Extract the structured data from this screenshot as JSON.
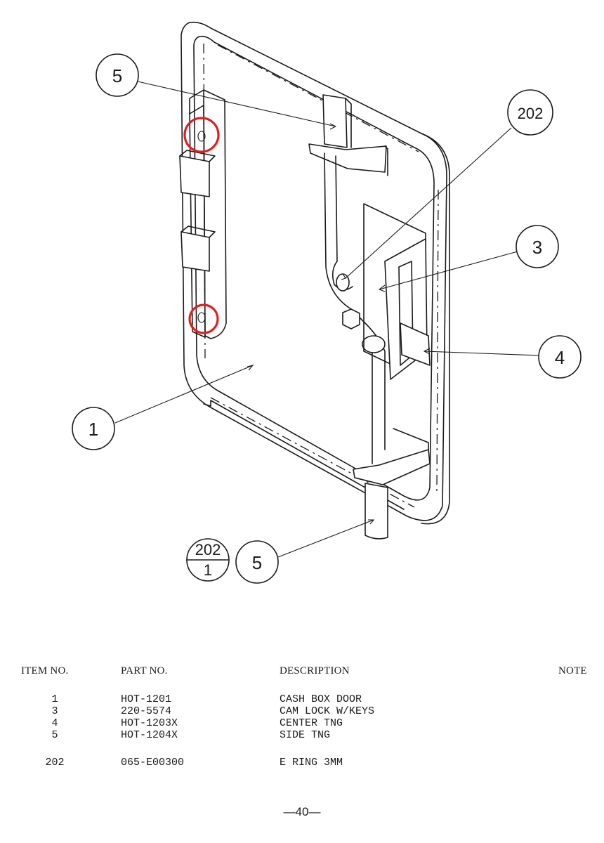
{
  "callouts": {
    "item_5_top": "5",
    "item_202_right": "202",
    "item_3": "3",
    "item_4": "4",
    "item_1": "1",
    "item_202_bottom": "202",
    "item_1_bottom": "1",
    "item_5_bottom": "5"
  },
  "table": {
    "headers": {
      "item_no": "ITEM NO.",
      "part_no": "PART NO.",
      "description": "DESCRIPTION",
      "note": "NOTE"
    },
    "rows": [
      {
        "item": "1",
        "part": "HOT-1201",
        "description": "CASH BOX DOOR",
        "note": ""
      },
      {
        "item": "3",
        "part": "220-5574",
        "description": "CAM LOCK W/KEYS",
        "note": ""
      },
      {
        "item": "4",
        "part": "HOT-1203X",
        "description": "CENTER TNG",
        "note": ""
      },
      {
        "item": "5",
        "part": "HOT-1204X",
        "description": "SIDE TNG",
        "note": ""
      },
      {
        "item": "202",
        "part": "065-E00300",
        "description": "E RING 3MM",
        "note": ""
      }
    ]
  },
  "page": {
    "number": "—40—"
  },
  "colors": {
    "ink": "#1a1a1a",
    "highlight": "#e02020",
    "paper": "#ffffff"
  }
}
